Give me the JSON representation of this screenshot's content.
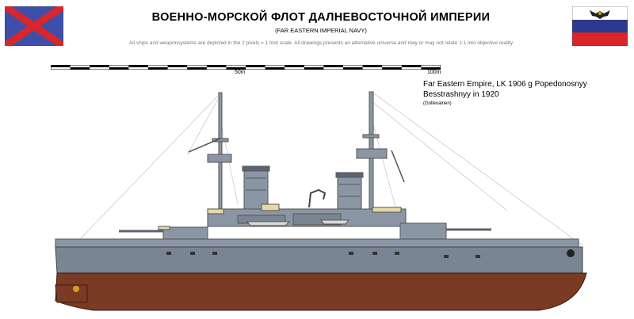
{
  "header": {
    "title": "ВОЕННО-МОРСКОЙ ФЛОТ ДАЛНЕВОСТОЧНОЙ ИМПЕРИИ",
    "subtitle": "(FAR EASTERN IMPERIAL NAVY)",
    "disclaimer": "All ships and weaponsystems are depicted in the 2 pixels = 1 foot scale. All drawings presents an alternative universe and may or may not relate 1:1 into objective reality"
  },
  "flags": {
    "left": {
      "icon": "naval-jack-saltire-icon",
      "background": "#3f4fa8",
      "cross": "#d9262b"
    },
    "right": {
      "icon": "imperial-tricolor-flag-icon",
      "stripes": [
        "#ffffff",
        "#2b3a8f",
        "#d9262b"
      ]
    }
  },
  "scale_bar": {
    "mid_label": "50m",
    "end_label": "100m"
  },
  "caption": {
    "line1": "Far Eastern Empire, LK 1906 g Popedonosnyy",
    "line2": "Besstrashnyy in 1920",
    "author": "(Gollevainen)"
  },
  "ship": {
    "hull_color": "#7a8594",
    "bottom_color": "#7a3a24",
    "superstructure_color": "#8b96a5",
    "deck_accent": "#e6d9a6"
  }
}
